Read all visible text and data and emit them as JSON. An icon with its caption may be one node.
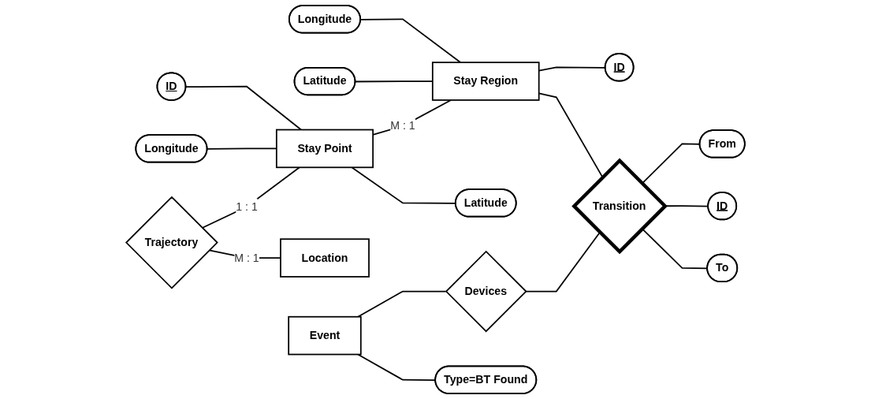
{
  "diagram": {
    "nodes": [
      {
        "text": [
          "ID"
        ]
      },
      {
        "text": [
          "Longitude"
        ]
      },
      {
        "text": [
          "Longitude"
        ]
      },
      {
        "text": [
          "Latitude"
        ]
      },
      {
        "text": [
          "Trajectory"
        ]
      },
      {
        "text": [
          "Stay Point"
        ]
      },
      {
        "text": [
          "Stay Region"
        ]
      },
      {
        "text": [
          "ID"
        ]
      },
      {
        "text": [
          "Latitude"
        ]
      },
      {
        "text": [
          "From"
        ]
      },
      {
        "text": [
          "Location"
        ]
      },
      {
        "text": [
          "Event"
        ]
      },
      {
        "text": [
          "Devices"
        ]
      },
      {
        "text": [
          "Transition"
        ]
      },
      {
        "text": [
          "ID"
        ]
      },
      {
        "text": [
          "To"
        ]
      },
      {
        "text": [
          "Type=BT Found"
        ]
      }
    ],
    "edges": [
      {
        "from": 0,
        "to": 5,
        "arrow": "none"
      },
      {
        "from": 1,
        "to": 5,
        "arrow": "none"
      },
      {
        "from": 2,
        "to": 6,
        "arrow": "none"
      },
      {
        "from": 3,
        "to": 6,
        "arrow": "none"
      },
      {
        "from": 4,
        "to": 5,
        "arrow": "none",
        "label": "1 : 1"
      },
      {
        "from": 5,
        "to": 6,
        "arrow": "none",
        "label": "M : 1"
      },
      {
        "from": 6,
        "to": 7,
        "arrow": "none"
      },
      {
        "from": 5,
        "to": 8,
        "arrow": "none"
      },
      {
        "from": 4,
        "to": 10,
        "arrow": "none",
        "label": "M : 1"
      },
      {
        "from": 6,
        "to": 13,
        "arrow": "none"
      },
      {
        "from": 13,
        "to": 9,
        "arrow": "none"
      },
      {
        "from": 11,
        "to": 12,
        "arrow": "none"
      },
      {
        "from": 12,
        "to": 13,
        "arrow": "none"
      },
      {
        "from": 13,
        "to": 14,
        "arrow": "none"
      },
      {
        "from": 13,
        "to": 15,
        "arrow": "none"
      },
      {
        "from": 11,
        "to": 16,
        "arrow": "none"
      }
    ]
  }
}
